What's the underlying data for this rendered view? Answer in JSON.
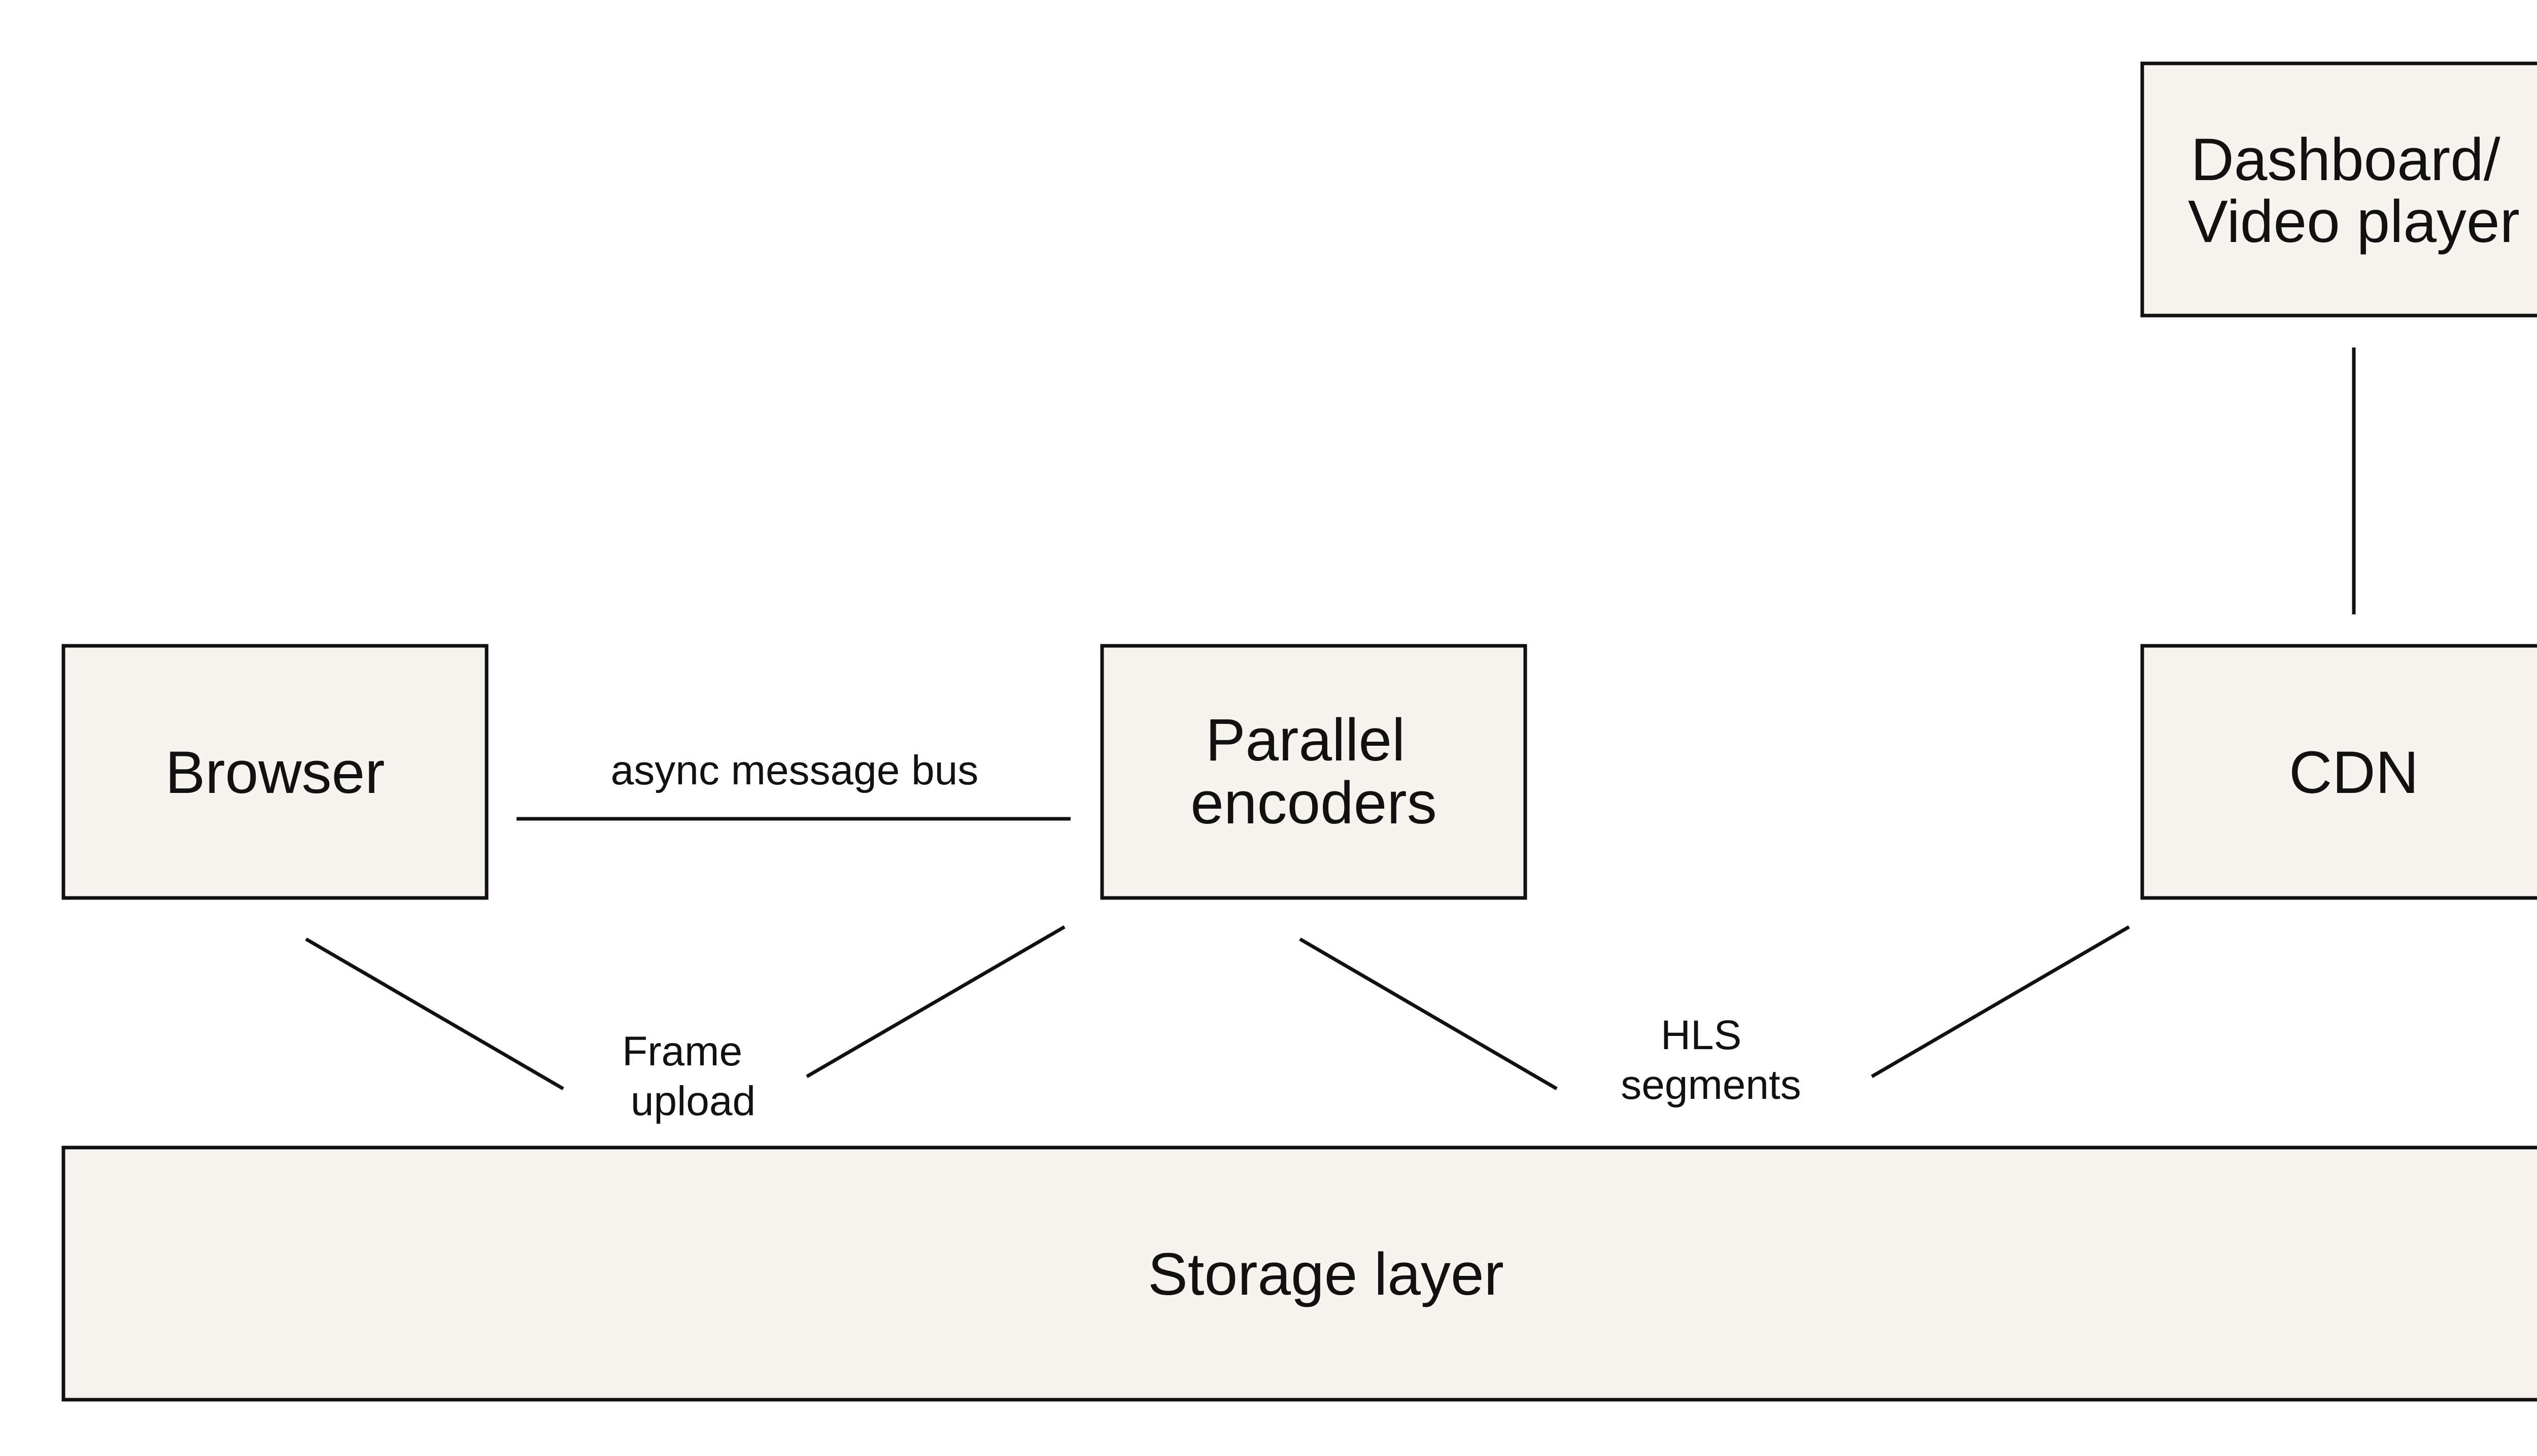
{
  "colors": {
    "node_fill": "#f7f4f0",
    "stroke": "#111111",
    "text": "#111111",
    "background": "#ffffff"
  },
  "nodes": {
    "browser": {
      "lines": [
        "Browser"
      ]
    },
    "encoders": {
      "lines": [
        "Parallel",
        "encoders"
      ]
    },
    "cdn": {
      "lines": [
        "CDN"
      ]
    },
    "dashboard": {
      "lines": [
        "Dashboard/",
        "Video player"
      ]
    },
    "storage": {
      "lines": [
        "Storage layer"
      ]
    }
  },
  "edges": {
    "message_bus": {
      "lines": [
        "async message bus"
      ]
    },
    "frame_upload": {
      "lines": [
        "Frame",
        "upload"
      ]
    },
    "hls_segments": {
      "lines": [
        "HLS",
        "segments"
      ]
    }
  }
}
